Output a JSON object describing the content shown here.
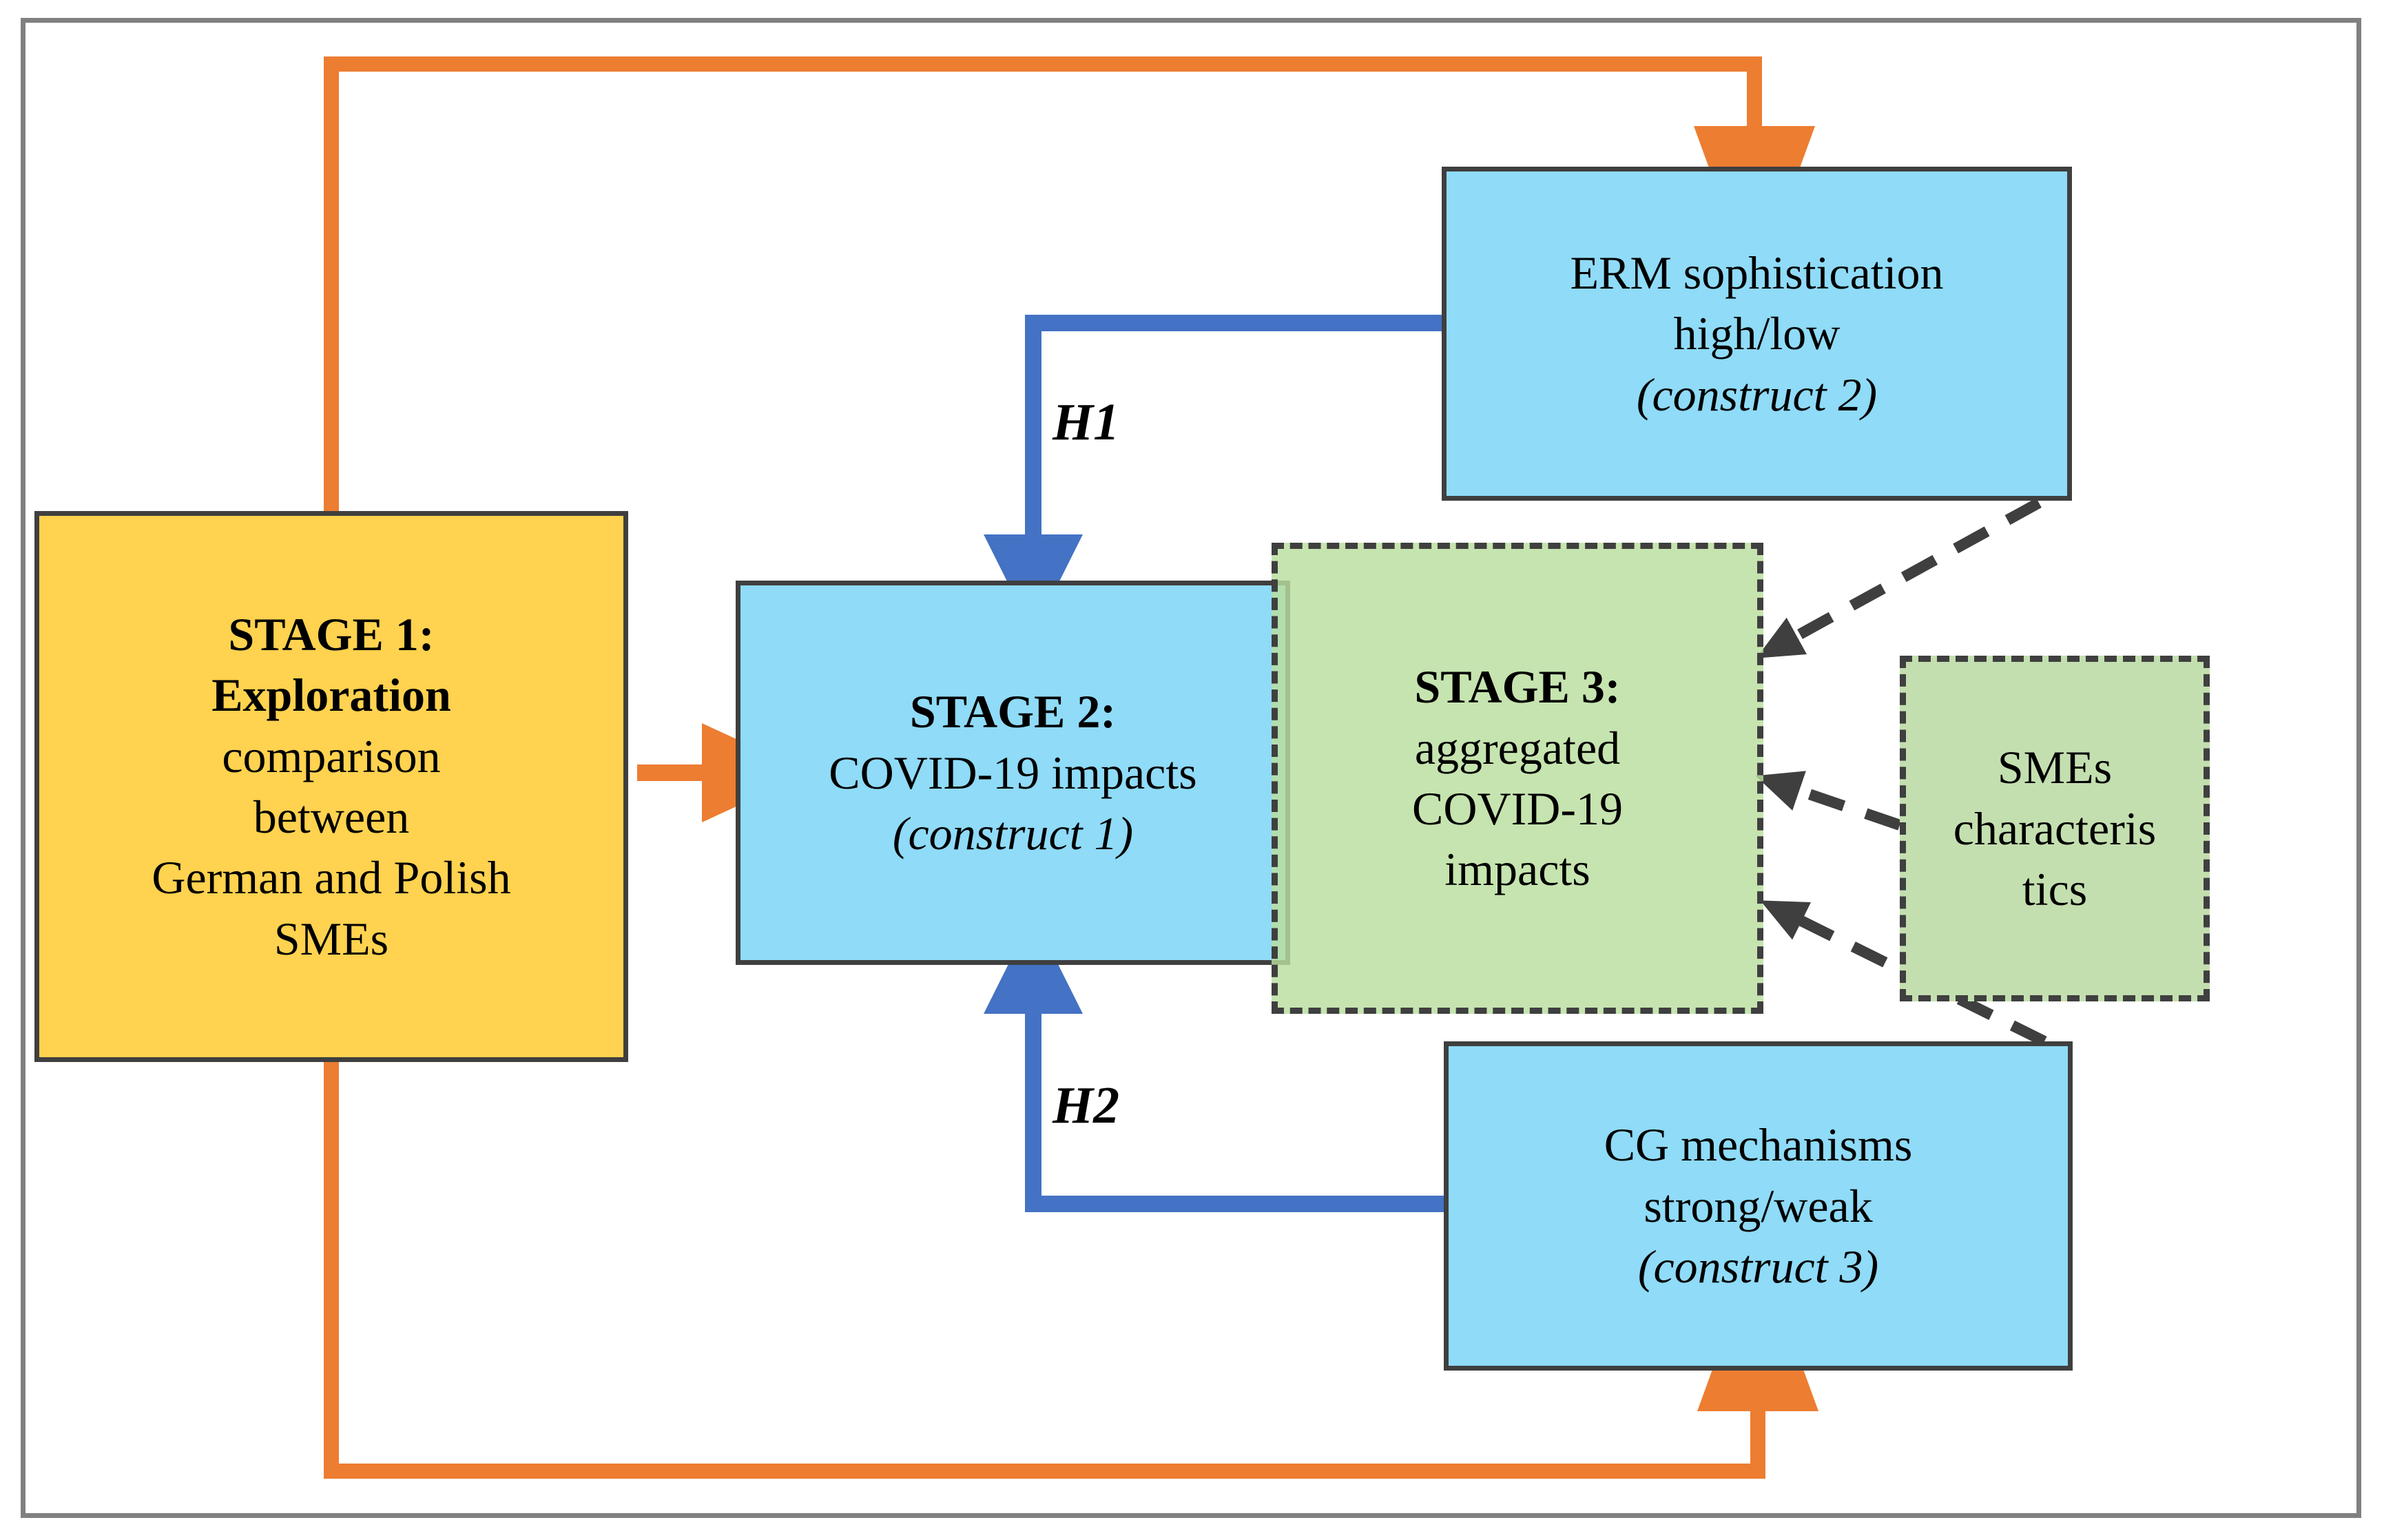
{
  "diagram": {
    "title_present": false,
    "colors": {
      "stage1_fill": "#FFD24F",
      "stage2_fill": "#8FDBF8",
      "stage3_fill": "#C4DFAF",
      "erm_fill": "#8FDBF8",
      "cg_fill": "#8FDBF8",
      "smes_fill": "#C4DFAF",
      "overlap_fill": "#74CBCB",
      "box_border": "#3F3F3F",
      "frame_border": "#808080",
      "orange_arrow": "#ED7D31",
      "blue_arrow": "#4472C4",
      "dashed_arrow": "#3F3F3F"
    },
    "nodes": {
      "stage1": {
        "name": "STAGE 1",
        "lines": [
          {
            "text": "STAGE 1:",
            "style": "bold"
          },
          {
            "text": "Exploration",
            "style": "bold"
          },
          {
            "text": "comparison",
            "style": "normal"
          },
          {
            "text": "between",
            "style": "normal"
          },
          {
            "text": "German and Polish",
            "style": "normal"
          },
          {
            "text": "SMEs",
            "style": "normal"
          }
        ]
      },
      "stage2": {
        "name": "STAGE 2",
        "lines": [
          {
            "text": "STAGE 2:",
            "style": "bold"
          },
          {
            "text": "COVID-19 impacts",
            "style": "normal"
          },
          {
            "text": "(construct 1)",
            "style": "italic"
          }
        ]
      },
      "stage3": {
        "name": "STAGE 3",
        "lines": [
          {
            "text": "STAGE 3:",
            "style": "bold"
          },
          {
            "text": "aggregated",
            "style": "normal"
          },
          {
            "text": "COVID-19",
            "style": "normal"
          },
          {
            "text": "impacts",
            "style": "normal"
          }
        ]
      },
      "erm": {
        "name": "ERM sophistication",
        "lines": [
          {
            "text": "ERM sophistication",
            "style": "normal"
          },
          {
            "text": "high/low",
            "style": "normal"
          },
          {
            "text": "(construct 2)",
            "style": "italic"
          }
        ]
      },
      "cg": {
        "name": "CG mechanisms",
        "lines": [
          {
            "text": "CG mechanisms",
            "style": "normal"
          },
          {
            "text": "strong/weak",
            "style": "normal"
          },
          {
            "text": "(construct 3)",
            "style": "italic"
          }
        ]
      },
      "smes": {
        "name": "SMEs characteristics",
        "lines": [
          {
            "text": "SMEs",
            "style": "normal"
          },
          {
            "text": "characteris",
            "style": "normal"
          },
          {
            "text": "tics",
            "style": "normal"
          }
        ]
      }
    },
    "hypothesis_labels": {
      "h1": "H1",
      "h2": "H2"
    },
    "connections": [
      {
        "from": "stage1",
        "to": "stage2",
        "style": "solid-orange",
        "label": ""
      },
      {
        "from": "stage1",
        "to": "erm",
        "style": "solid-orange",
        "label": ""
      },
      {
        "from": "stage1",
        "to": "cg",
        "style": "solid-orange",
        "label": ""
      },
      {
        "from": "erm",
        "to": "stage2",
        "style": "solid-blue",
        "label": "H1"
      },
      {
        "from": "cg",
        "to": "stage2",
        "style": "solid-blue",
        "label": "H2"
      },
      {
        "from": "erm",
        "to": "stage3",
        "style": "dashed-gray",
        "label": ""
      },
      {
        "from": "smes",
        "to": "stage3",
        "style": "dashed-gray",
        "label": ""
      },
      {
        "from": "cg",
        "to": "stage3",
        "style": "dashed-gray",
        "label": ""
      }
    ]
  }
}
